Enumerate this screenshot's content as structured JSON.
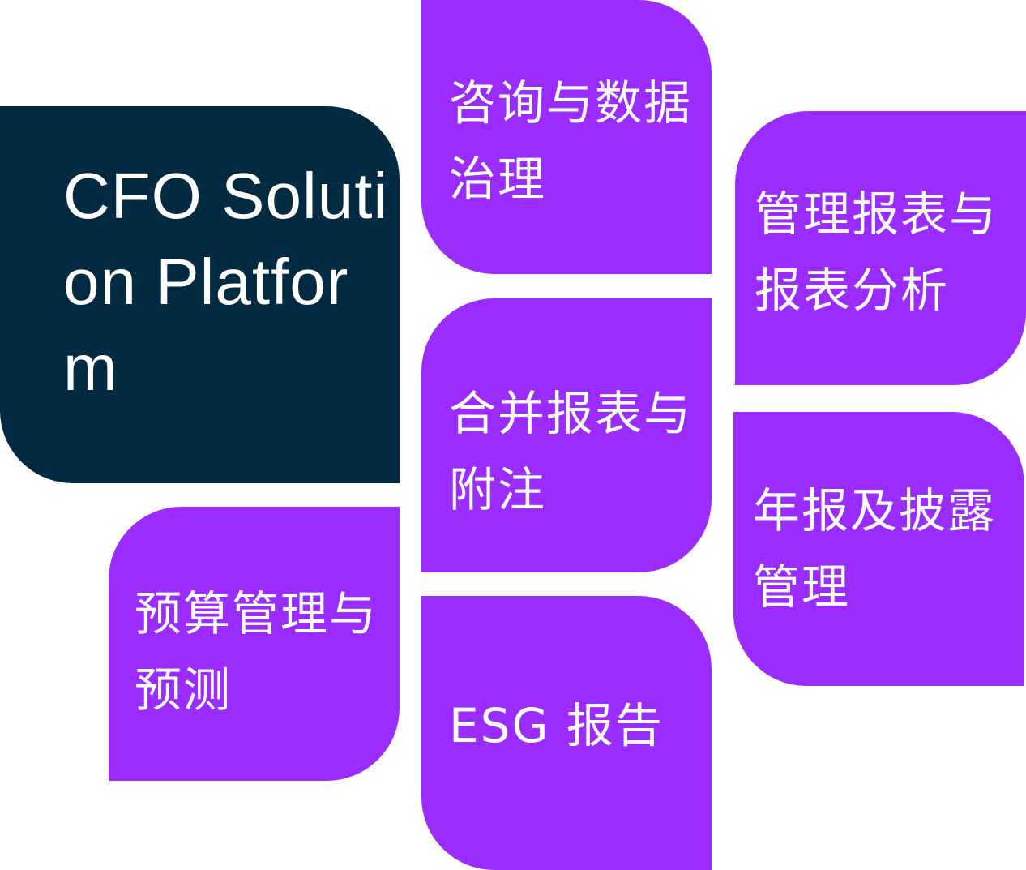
{
  "colors": {
    "primary_dark": "#022a40",
    "accent_purple": "#9b2cff",
    "text": "#ffffff"
  },
  "center": {
    "title": "CFO Solution Platform"
  },
  "modules": {
    "consulting": "咨询与数据治理",
    "consolidation": "合并报表与附注",
    "esg": "ESG 报告",
    "management_reporting": "管理报表与报表分析",
    "annual_report": "年报及披露管理",
    "budgeting": "预算管理与预测"
  }
}
